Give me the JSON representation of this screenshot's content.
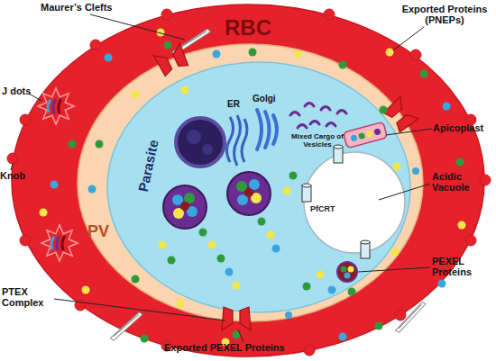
{
  "diagram": {
    "nodes": [
      {
        "text": [
          "RBC"
        ]
      },
      {
        "text": [
          "PV"
        ],
        "in": 0
      },
      {
        "text": [
          "Parasite"
        ],
        "in": 1
      },
      {
        "text": [
          "PfCRT"
        ],
        "in": 2
      }
    ],
    "labels": [
      "Maurer’s Clefts",
      "Exported Proteins (PNEPs)",
      "J dots",
      "Knob",
      "ER",
      "Golgi",
      "Mixed Cargo of Vesicles",
      "Apicoplast",
      "Acidic Vacuole",
      "PEXEL Proteins",
      "PTEX Complex",
      "Exported PEXEL Proteins"
    ]
  }
}
